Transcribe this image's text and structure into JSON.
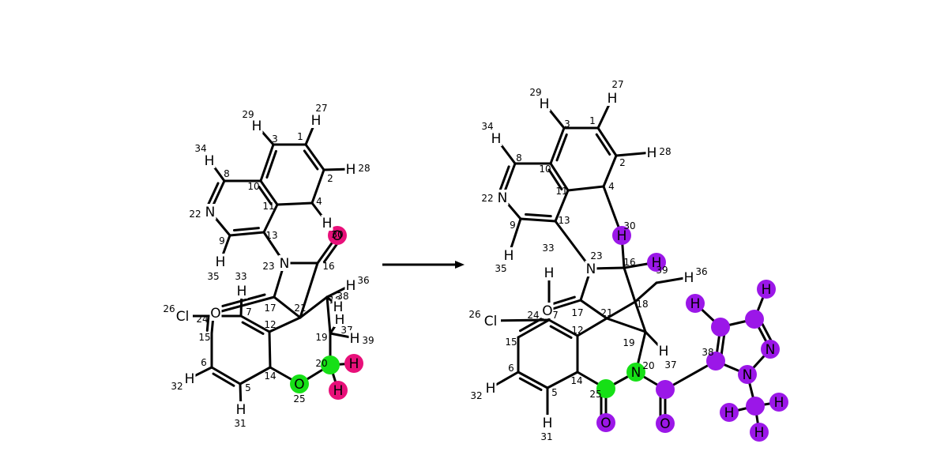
{
  "reactant": {
    "highlight_colors": {
      "changed": "#e8107a",
      "reaction_center": "#16e016"
    },
    "atoms": [
      {
        "id": "1",
        "symbol": "",
        "index": "1"
      },
      {
        "id": "2",
        "symbol": "",
        "index": "2"
      },
      {
        "id": "3",
        "symbol": "",
        "index": "3"
      },
      {
        "id": "4",
        "symbol": "",
        "index": "4"
      },
      {
        "id": "5",
        "symbol": "",
        "index": "5"
      },
      {
        "id": "6",
        "symbol": "",
        "index": "6"
      },
      {
        "id": "7",
        "symbol": "",
        "index": "7"
      },
      {
        "id": "8",
        "symbol": "",
        "index": "8"
      },
      {
        "id": "9",
        "symbol": "",
        "index": "9"
      },
      {
        "id": "10",
        "symbol": "",
        "index": "10"
      },
      {
        "id": "11",
        "symbol": "",
        "index": "11"
      },
      {
        "id": "12",
        "symbol": "",
        "index": "12"
      },
      {
        "id": "13",
        "symbol": "",
        "index": "13"
      },
      {
        "id": "14",
        "symbol": "",
        "index": "14"
      },
      {
        "id": "15",
        "symbol": "",
        "index": "15"
      },
      {
        "id": "16",
        "symbol": "",
        "index": "16"
      },
      {
        "id": "17",
        "symbol": "",
        "index": "17"
      },
      {
        "id": "18",
        "symbol": "",
        "index": "18"
      },
      {
        "id": "19",
        "symbol": "",
        "index": "19"
      },
      {
        "id": "20",
        "symbol": "",
        "index": "20",
        "highlight": "reaction_center"
      },
      {
        "id": "21",
        "symbol": "",
        "index": "21"
      },
      {
        "id": "22",
        "symbol": "N",
        "index": "22"
      },
      {
        "id": "23",
        "symbol": "N",
        "index": "23"
      },
      {
        "id": "24",
        "symbol": "",
        "index": "24"
      },
      {
        "id": "25",
        "symbol": "O",
        "index": "25",
        "highlight": "reaction_center"
      },
      {
        "id": "26",
        "symbol": "Cl",
        "index": "26"
      },
      {
        "id": "27",
        "symbol": "H",
        "index": "27"
      },
      {
        "id": "28",
        "symbol": "H",
        "index": "28"
      },
      {
        "id": "29",
        "symbol": "H",
        "index": "29"
      },
      {
        "id": "30",
        "symbol": "H",
        "index": "30"
      },
      {
        "id": "31",
        "symbol": "H",
        "index": "31"
      },
      {
        "id": "32",
        "symbol": "H",
        "index": "32"
      },
      {
        "id": "33",
        "symbol": "H",
        "index": "33"
      },
      {
        "id": "34",
        "symbol": "H",
        "index": "34"
      },
      {
        "id": "35",
        "symbol": "H",
        "index": "35"
      },
      {
        "id": "36",
        "symbol": "H",
        "index": "36"
      },
      {
        "id": "37",
        "symbol": "H",
        "index": "37"
      },
      {
        "id": "38",
        "symbol": "H",
        "index": "38"
      },
      {
        "id": "39",
        "symbol": "H",
        "index": "39"
      },
      {
        "id": "O16",
        "symbol": "O",
        "index": "",
        "highlight": "changed"
      },
      {
        "id": "O17",
        "symbol": "O",
        "index": ""
      },
      {
        "id": "H20a",
        "symbol": "H",
        "index": "",
        "highlight": "changed"
      },
      {
        "id": "H20b",
        "symbol": "H",
        "index": "",
        "highlight": "changed"
      }
    ]
  },
  "product": {
    "highlight_colors": {
      "changed": "#9b17e8",
      "reaction_center": "#16e016"
    },
    "atoms": [
      {
        "id": "1",
        "symbol": "",
        "index": "1"
      },
      {
        "id": "2",
        "symbol": "",
        "index": "2"
      },
      {
        "id": "3",
        "symbol": "",
        "index": "3"
      },
      {
        "id": "4",
        "symbol": "",
        "index": "4"
      },
      {
        "id": "5",
        "symbol": "",
        "index": "5"
      },
      {
        "id": "6",
        "symbol": "",
        "index": "6"
      },
      {
        "id": "7",
        "symbol": "",
        "index": "7"
      },
      {
        "id": "8",
        "symbol": "",
        "index": "8"
      },
      {
        "id": "9",
        "symbol": "",
        "index": "9"
      },
      {
        "id": "10",
        "symbol": "",
        "index": "10"
      },
      {
        "id": "11",
        "symbol": "",
        "index": "11"
      },
      {
        "id": "12",
        "symbol": "",
        "index": "12"
      },
      {
        "id": "13",
        "symbol": "",
        "index": "13"
      },
      {
        "id": "14",
        "symbol": "",
        "index": "14"
      },
      {
        "id": "15",
        "symbol": "",
        "index": "15"
      },
      {
        "id": "16",
        "symbol": "",
        "index": "16"
      },
      {
        "id": "17",
        "symbol": "",
        "index": "17"
      },
      {
        "id": "18",
        "symbol": "",
        "index": "18"
      },
      {
        "id": "19",
        "symbol": "",
        "index": "19"
      },
      {
        "id": "20",
        "symbol": "N",
        "index": "20",
        "highlight": "reaction_center"
      },
      {
        "id": "21",
        "symbol": "",
        "index": "21"
      },
      {
        "id": "22",
        "symbol": "N",
        "index": "22"
      },
      {
        "id": "23",
        "symbol": "N",
        "index": "23"
      },
      {
        "id": "24",
        "symbol": "",
        "index": "24"
      },
      {
        "id": "25",
        "symbol": "",
        "index": "25",
        "highlight": "reaction_center"
      },
      {
        "id": "26",
        "symbol": "Cl",
        "index": "26"
      },
      {
        "id": "27",
        "symbol": "H",
        "index": "27"
      },
      {
        "id": "28",
        "symbol": "H",
        "index": "28"
      },
      {
        "id": "29",
        "symbol": "H",
        "index": "29"
      },
      {
        "id": "30",
        "symbol": "H",
        "index": "30",
        "highlight": "changed"
      },
      {
        "id": "31",
        "symbol": "H",
        "index": "31"
      },
      {
        "id": "32",
        "symbol": "H",
        "index": "32"
      },
      {
        "id": "33",
        "symbol": "H",
        "index": "33"
      },
      {
        "id": "34",
        "symbol": "H",
        "index": "34"
      },
      {
        "id": "35",
        "symbol": "H",
        "index": "35"
      },
      {
        "id": "36",
        "symbol": "H",
        "index": "36"
      },
      {
        "id": "37",
        "symbol": "H",
        "index": "37"
      },
      {
        "id": "38",
        "symbol": "",
        "index": "38",
        "highlight": "changed"
      },
      {
        "id": "39",
        "symbol": "H",
        "index": "39",
        "highlight": "changed"
      },
      {
        "id": "O17",
        "symbol": "O",
        "index": ""
      },
      {
        "id": "O25",
        "symbol": "O",
        "index": "",
        "highlight": "changed"
      },
      {
        "id": "Cx",
        "symbol": "",
        "index": "",
        "highlight": "changed"
      },
      {
        "id": "Ox",
        "symbol": "O",
        "index": "",
        "highlight": "changed"
      },
      {
        "id": "Ca",
        "symbol": "",
        "index": "",
        "highlight": "changed"
      },
      {
        "id": "Cb",
        "symbol": "",
        "index": "",
        "highlight": "changed"
      },
      {
        "id": "Nc",
        "symbol": "N",
        "index": "",
        "highlight": "changed"
      },
      {
        "id": "Nd",
        "symbol": "N",
        "index": "",
        "highlight": "changed"
      },
      {
        "id": "Cm",
        "symbol": "",
        "index": "",
        "highlight": "changed"
      },
      {
        "id": "Ha",
        "symbol": "H",
        "index": "",
        "highlight": "changed"
      },
      {
        "id": "Hb",
        "symbol": "H",
        "index": "",
        "highlight": "changed"
      },
      {
        "id": "Hm1",
        "symbol": "H",
        "index": "",
        "highlight": "changed"
      },
      {
        "id": "Hm2",
        "symbol": "H",
        "index": "",
        "highlight": "changed"
      },
      {
        "id": "Hm3",
        "symbol": "H",
        "index": "",
        "highlight": "changed"
      }
    ]
  }
}
